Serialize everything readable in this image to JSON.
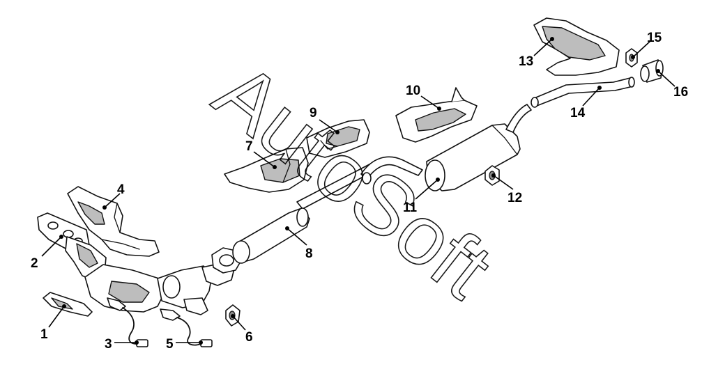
{
  "watermark": "AutoSoft",
  "callouts": [
    {
      "number": "1"
    },
    {
      "number": "2"
    },
    {
      "number": "3"
    },
    {
      "number": "4"
    },
    {
      "number": "5"
    },
    {
      "number": "6"
    },
    {
      "number": "7"
    },
    {
      "number": "8"
    },
    {
      "number": "9"
    },
    {
      "number": "10"
    },
    {
      "number": "11"
    },
    {
      "number": "12"
    },
    {
      "number": "13"
    },
    {
      "number": "14"
    },
    {
      "number": "15"
    },
    {
      "number": "16"
    }
  ]
}
